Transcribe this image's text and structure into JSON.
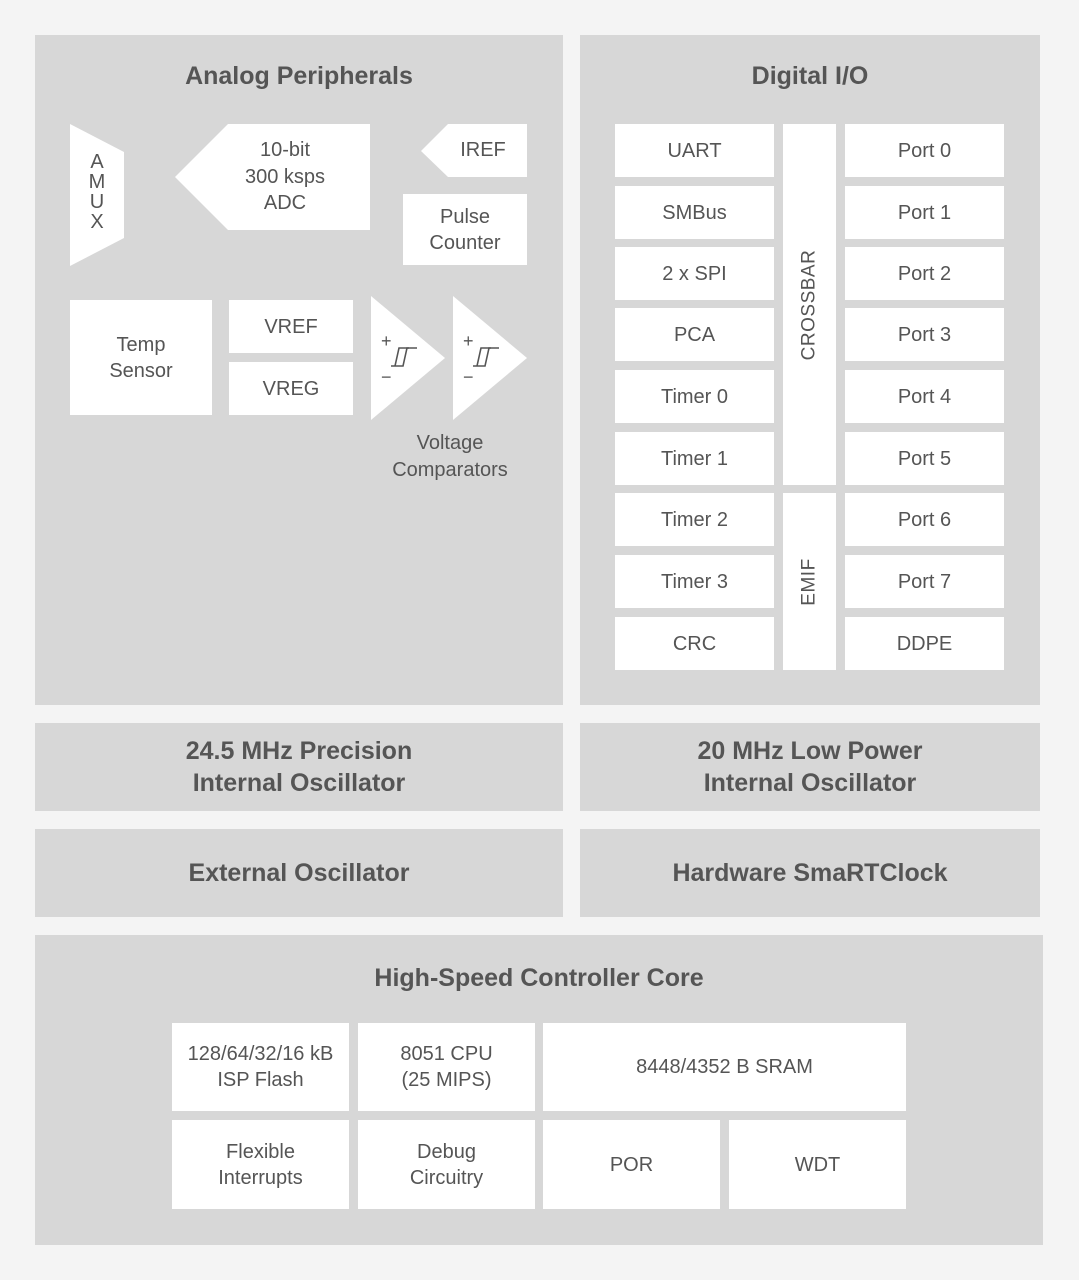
{
  "analog": {
    "title": "Analog Peripherals",
    "amux": [
      "A",
      "M",
      "U",
      "X"
    ],
    "adc": "10-bit\n300 ksps\nADC",
    "iref": "IREF",
    "pulse_counter": "Pulse\nCounter",
    "temp_sensor": "Temp\nSensor",
    "vref": "VREF",
    "vreg": "VREG",
    "comp_plus": "+",
    "comp_minus": "−",
    "comparators_label": "Voltage\nComparators"
  },
  "digital": {
    "title": "Digital I/O",
    "left": [
      "UART",
      "SMBus",
      "2 x SPI",
      "PCA",
      "Timer 0",
      "Timer 1",
      "Timer 2",
      "Timer 3",
      "CRC"
    ],
    "crossbar": "CROSSBAR",
    "emif": "EMIF",
    "ports": [
      "Port 0",
      "Port 1",
      "Port 2",
      "Port 3",
      "Port 4",
      "Port 5",
      "Port 6",
      "Port 7",
      "DDPE"
    ]
  },
  "osc_precision": "24.5 MHz Precision\nInternal Oscillator",
  "osc_lowpower": "20 MHz Low Power\nInternal Oscillator",
  "ext_osc": "External Oscillator",
  "smartclock": "Hardware SmaRTClock",
  "core": {
    "title": "High-Speed Controller Core",
    "flash": "128/64/32/16 kB\nISP Flash",
    "cpu": "8051 CPU\n(25 MIPS)",
    "sram": "8448/4352 B SRAM",
    "interrupts": "Flexible\nInterrupts",
    "debug": "Debug\nCircuitry",
    "por": "POR",
    "wdt": "WDT"
  }
}
